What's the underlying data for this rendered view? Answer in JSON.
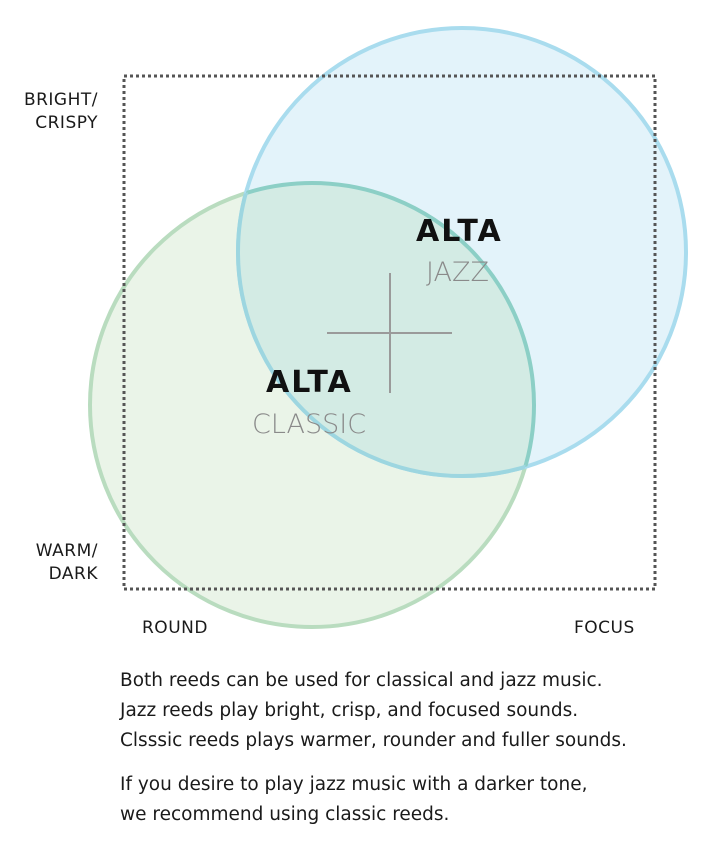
{
  "axes": {
    "y_top_line1": "BRIGHT/",
    "y_top_line2": "CRISPY",
    "y_bottom_line1": "WARM/",
    "y_bottom_line2": "DARK",
    "x_left": "ROUND",
    "x_right": "FOCUS"
  },
  "products": {
    "jazz": {
      "brand": "ALTA",
      "model": "JAZZ",
      "fill": "#e3f3fa",
      "stroke": "#a9dcee"
    },
    "classic": {
      "brand": "ALTA",
      "model": "CLASSIC",
      "fill": "#eaf4e8",
      "stroke": "#b9dcbf"
    }
  },
  "overlap_fill": "#d3ebe4",
  "description": {
    "paragraph1": [
      "Both reeds can be used for classical and jazz music.",
      "Jazz reeds play bright, crisp, and focused sounds.",
      "Clsssic reeds plays warmer, rounder and fuller sounds."
    ],
    "paragraph2": [
      "If you desire to play jazz music with a darker tone,",
      "we recommend using classic reeds."
    ]
  }
}
